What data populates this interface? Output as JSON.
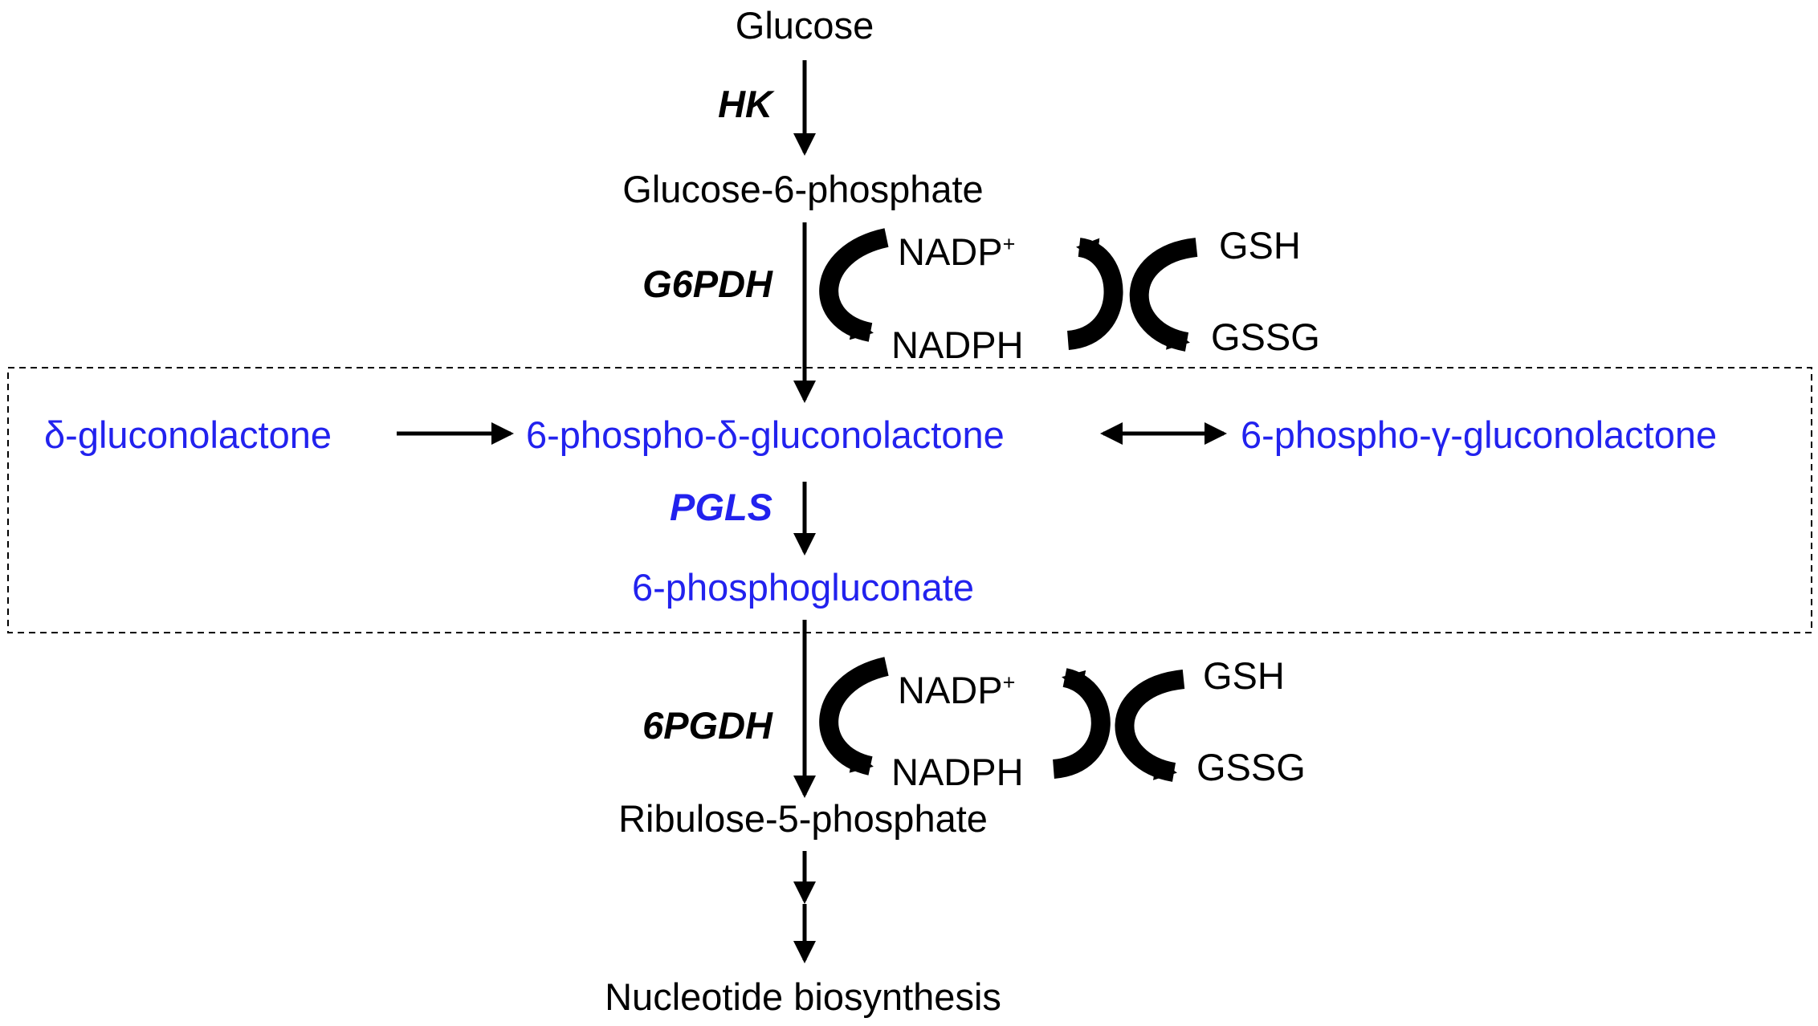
{
  "colors": {
    "main": "#000000",
    "highlight": "#2222ee",
    "box_border": "#000000"
  },
  "metabolites": {
    "glucose": "Glucose",
    "g6p": "Glucose-6-phosphate",
    "delta_gluconolactone": "δ-gluconolactone",
    "phospho_delta": "6-phospho-δ-gluconolactone",
    "phospho_gamma": "6-phospho-γ-gluconolactone",
    "phosphogluconate": "6-phosphogluconate",
    "ribulose5p": "Ribulose-5-phosphate",
    "nucleotide": "Nucleotide biosynthesis"
  },
  "enzymes": {
    "hk": "HK",
    "g6pdh": "G6PDH",
    "pgls": "PGLS",
    "6pgdh": "6PGDH"
  },
  "cofactors": {
    "nadp_base": "NADP",
    "nadp_sup": "+",
    "nadph": "NADPH",
    "gsh": "GSH",
    "gssg": "GSSG"
  }
}
